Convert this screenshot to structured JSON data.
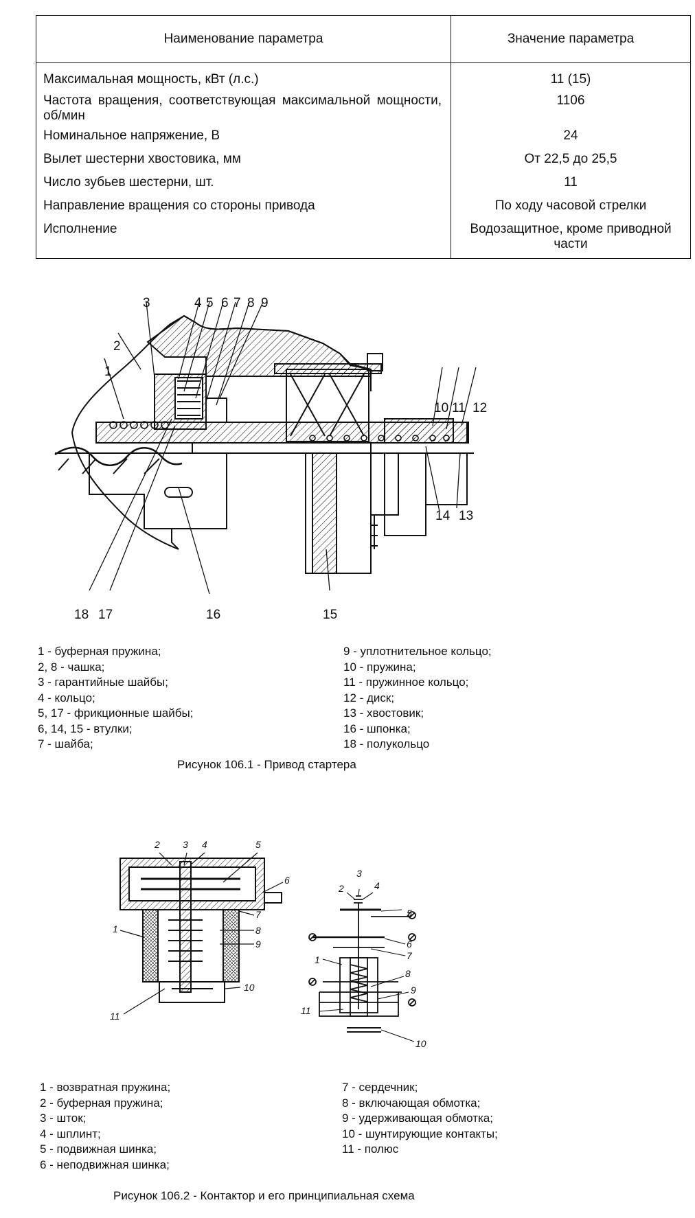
{
  "table": {
    "header": {
      "name": "Наименование параметра",
      "value": "Значение параметра"
    },
    "rows": [
      {
        "name": "Максимальная мощность, кВт (л.с.)",
        "value": "11 (15)"
      },
      {
        "name": "Частота вращения, соответствующая максимальной мощности, об/мин",
        "value": "1106"
      },
      {
        "name": "Номинальное напряжение, В",
        "value": "24"
      },
      {
        "name": "Вылет шестерни хвостовика, мм",
        "value": "От 22,5 до 25,5"
      },
      {
        "name": "Число зубьев шестерни, шт.",
        "value": "11"
      },
      {
        "name": "Направление вращения со стороны привода",
        "value": "По ходу часовой стрелки"
      },
      {
        "name": "Исполнение",
        "value": "Водозащитное, кроме приводной части"
      }
    ]
  },
  "figure1": {
    "callouts": [
      "1",
      "2",
      "3",
      "4",
      "5",
      "6",
      "7",
      "8",
      "9",
      "10",
      "11",
      "12",
      "13",
      "14",
      "15",
      "16",
      "17",
      "18"
    ],
    "legend_left": [
      "1 - буферная пружина;",
      "2, 8 - чашка;",
      "3 - гарантийные шайбы;",
      "4 - кольцо;",
      "5, 17 - фрикционные шайбы;",
      "6, 14, 15 - втулки;",
      "7 - шайба;"
    ],
    "legend_right": [
      "9 - уплотнительное кольцо;",
      "10 - пружина;",
      "11 - пружинное кольцо;",
      "12 - диск;",
      "13 - хвостовик;",
      "16 - шпонка;",
      "18 - полукольцо"
    ],
    "caption": "Рисунок 106.1 - Привод стартера"
  },
  "figure2": {
    "callouts_a": [
      "1",
      "2",
      "3",
      "4",
      "5",
      "6",
      "7",
      "8",
      "9",
      "10",
      "11"
    ],
    "callouts_b": [
      "1",
      "2",
      "3",
      "4",
      "5",
      "6",
      "7",
      "8",
      "9",
      "10",
      "11"
    ],
    "legend_left": [
      "1 - возвратная пружина;",
      "2 - буферная пружина;",
      "3 - шток;",
      "4 - шплинт;",
      "5 - подвижная шинка;",
      "6 - неподвижная шинка;"
    ],
    "legend_right": [
      "7 - сердечник;",
      "8 - включающая обмотка;",
      "9 - удерживающая обмотка;",
      "10 - шунтирующие контакты;",
      "11 - полюс"
    ],
    "caption": "Рисунок 106.2 - Контактор и его принципиальная схема"
  }
}
